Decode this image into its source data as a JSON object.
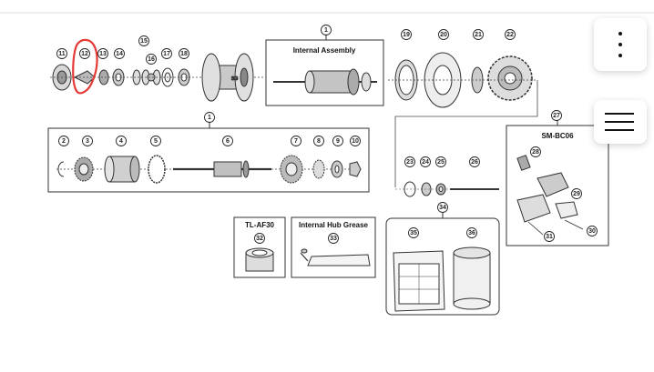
{
  "labels": {
    "internal_assembly": "Internal Assembly",
    "sm_bc06": "SM-BC06",
    "tl_af30": "TL-AF30",
    "internal_hub_grease": "Internal Hub Grease"
  },
  "callouts": [
    "1",
    "2",
    "3",
    "4",
    "5",
    "6",
    "7",
    "8",
    "9",
    "10",
    "11",
    "12",
    "13",
    "14",
    "15",
    "16",
    "17",
    "18",
    "19",
    "20",
    "21",
    "22",
    "23",
    "24",
    "25",
    "26",
    "27",
    "28",
    "29",
    "30",
    "31",
    "32",
    "33",
    "34",
    "35",
    "36"
  ],
  "highlight": {
    "part": "12",
    "color": "#e53935"
  }
}
